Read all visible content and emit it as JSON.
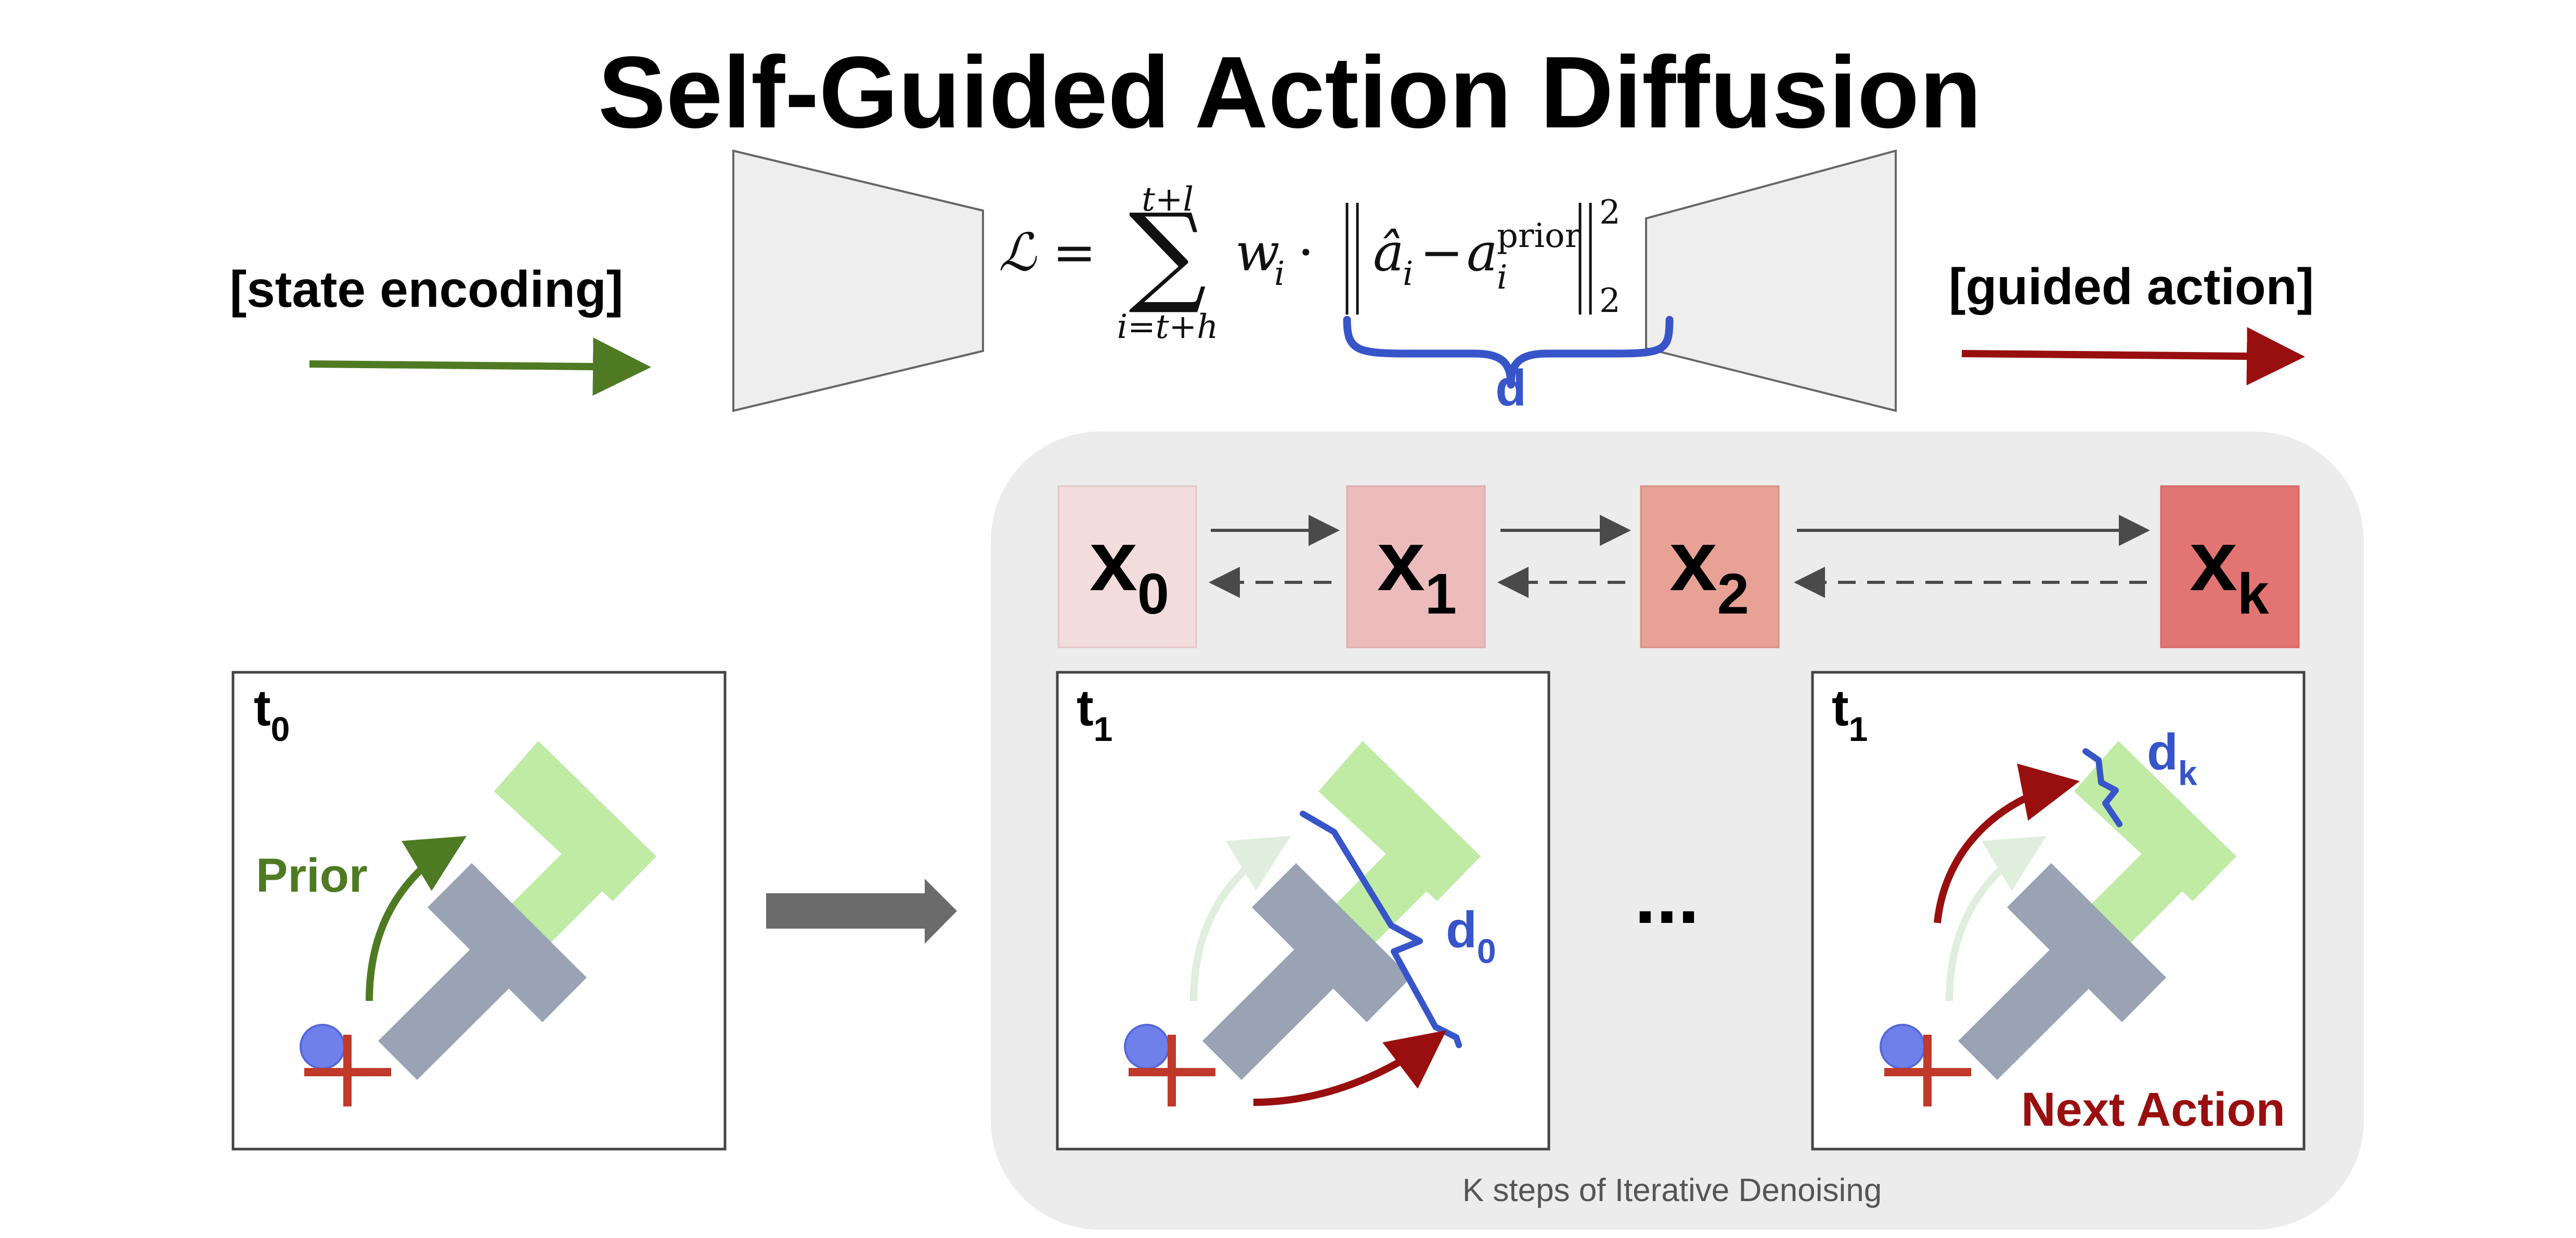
{
  "title": "Self-Guided Action Diffusion",
  "labels": {
    "state_encoding": "[state encoding]",
    "guided_action": "[guided action]",
    "prior": "Prior",
    "next_action": "Next Action",
    "caption": "K steps of Iterative Denoising",
    "ellipsis": "...",
    "d": "d"
  },
  "formula": {
    "lhs": "ℒ =",
    "sum": "∑",
    "sum_top": "t+l",
    "sum_bottom": "i=t+h",
    "weight": "w",
    "weight_sub": "i",
    "dot": "·",
    "a_hat": "â",
    "a_hat_sub": "i",
    "minus": "−",
    "a_prior": "a",
    "a_prior_sup": "prior",
    "a_prior_sub": "i",
    "norm_sup": "2",
    "norm_sub": "2"
  },
  "denoise_nodes": [
    {
      "base": "x",
      "sub": "0",
      "color": "#f2dcdc"
    },
    {
      "base": "x",
      "sub": "1",
      "color": "#ecbcbd"
    },
    {
      "base": "x",
      "sub": "2",
      "color": "#e8a195"
    },
    {
      "base": "x",
      "sub": "k",
      "color": "#e27574"
    }
  ],
  "panels": [
    {
      "base": "t",
      "sub": "0"
    },
    {
      "base": "t",
      "sub": "1",
      "distance_base": "d",
      "distance_sub": "0"
    },
    {
      "base": "t",
      "sub": "1",
      "distance_base": "d",
      "distance_sub": "k"
    }
  ],
  "colors": {
    "prior_green": "#4e7a23",
    "action_red": "#990f0f",
    "distance_blue": "#3755c9",
    "t_light_green": "#bfeba5",
    "t_grey": "#99a3b4",
    "agent_blue": "#6f80ea",
    "goal_red": "#c0392b",
    "encoder_fill": "#eeeeee",
    "process_fill": "#ececec"
  }
}
